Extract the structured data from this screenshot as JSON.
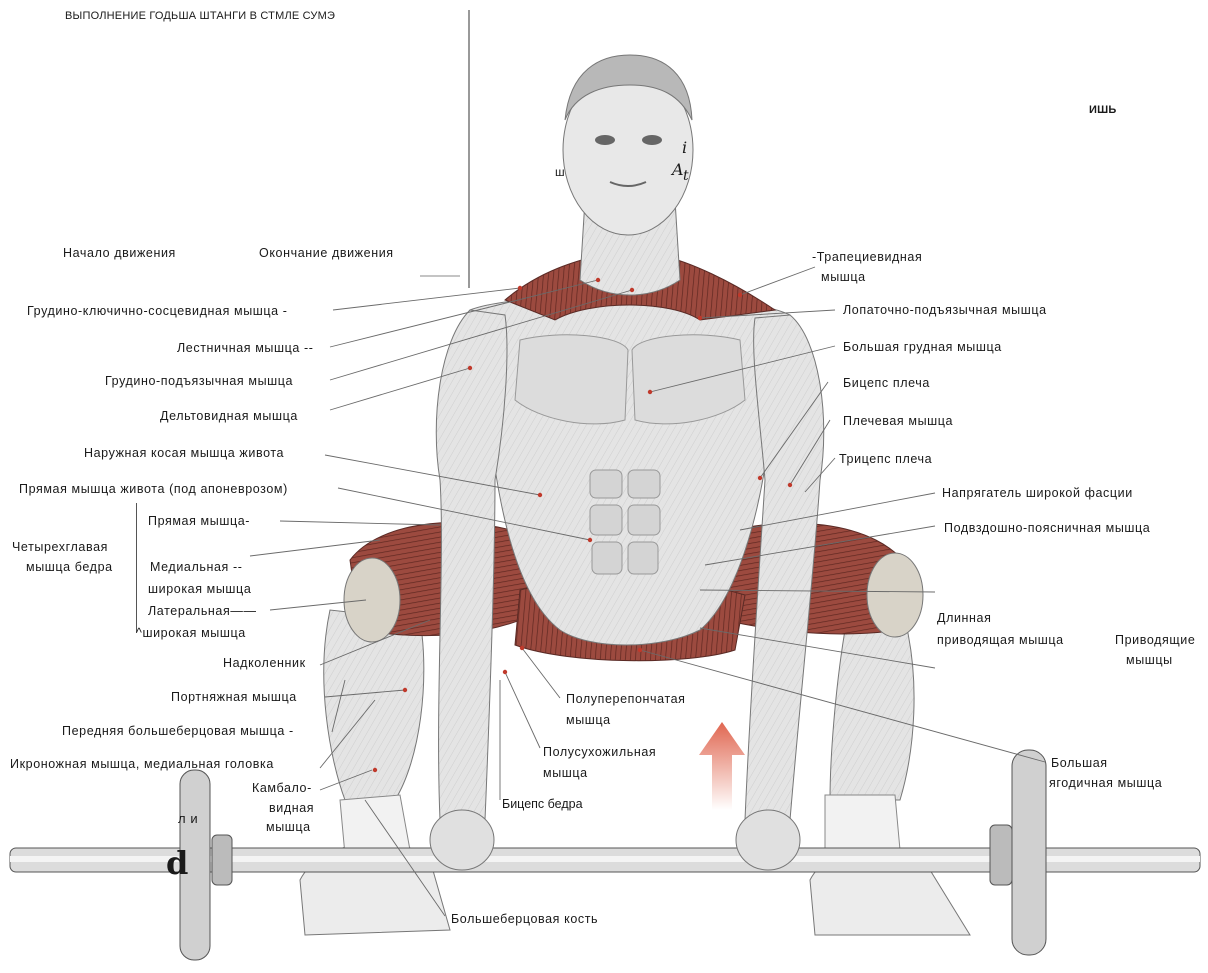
{
  "header": {
    "title": "ВЫПОЛНЕНИЕ ГОДЬША ШТАНГИ В СТМЛЕ СУМЭ",
    "top_right": "ИШЬ",
    "start_label": "Начало движения",
    "end_label": "Окончание движения"
  },
  "artifacts": {
    "ear_left": "ш",
    "ear_right_i": "i",
    "ear_right_at": "A",
    "ear_right_t": "t",
    "plate_text": "л и",
    "plate_glyph": "d"
  },
  "labels_left": [
    "Грудино-ключично-сосцевидная мышца -",
    "Лестничная мышца --",
    "Грудино-подъязычная мышца",
    "Дельтовидная мышца",
    "Наружная косая мышца живота",
    "Прямая мышца живота (под апоневрозом)",
    "Прямая мышца-",
    "Четырехглавая",
    "мышца бедра",
    "Медиальная --",
    "широкая мышца",
    "Латеральная——",
    "^широкая мышца",
    "Надколенник",
    "Портняжная мышца",
    "Передняя большеберцовая мышца -",
    "Икроножная мышца, медиальная головка",
    "Камбало-",
    "видная",
    "мышца"
  ],
  "labels_right": [
    "-Трапециевидная",
    "мышца",
    "Лопаточно-подъязычная мышца",
    "Большая грудная мышца",
    "Бицепс плеча",
    "Плечевая мышца",
    "Трицепс плеча",
    "Напрягатель широкой фасции",
    "Подвздошно-поясничная мышца",
    "Длинная",
    "приводящая мышца",
    "Приводящие",
    "мышцы",
    "Большая",
    "ягодичная мышца"
  ],
  "labels_bottom": [
    "Полуперепончатая",
    "мышца",
    "Полусухожильная",
    "мышца",
    "Бицепс бедра",
    "Большеберцовая кость"
  ],
  "colors": {
    "muscle_red": "#9c4a3f",
    "skin": "#e6e6e6",
    "arrow": "#e8806a"
  }
}
